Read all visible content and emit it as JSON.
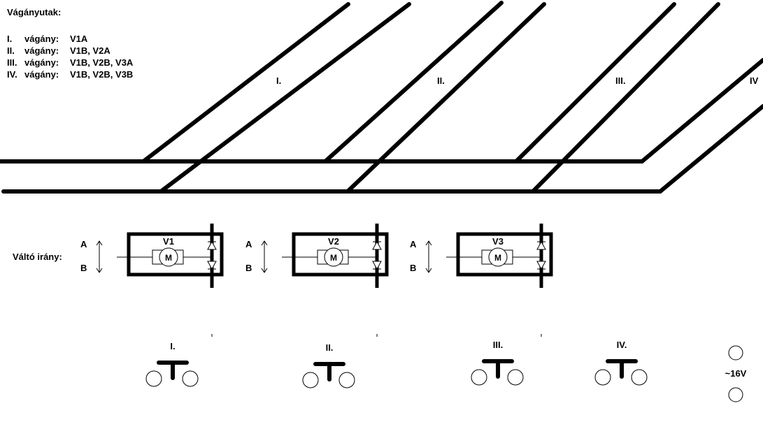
{
  "legend": {
    "title": "Vágányutak:",
    "rows": [
      {
        "num": "I.",
        "word": "vágány:",
        "switches": "V1A"
      },
      {
        "num": "II.",
        "word": "vágány:",
        "switches": "V1B, V2A"
      },
      {
        "num": "III.",
        "word": "vágány:",
        "switches": "V1B, V2B, V3A"
      },
      {
        "num": "IV.",
        "word": "vágány:",
        "switches": "V1B, V2B, V3B"
      }
    ]
  },
  "tracks": [
    "I.",
    "II.",
    "III.",
    "IV"
  ],
  "direction_label": "Váltó irány:",
  "switches": [
    {
      "name": "V1",
      "a": "A",
      "b": "B",
      "motor": "M"
    },
    {
      "name": "V2",
      "a": "A",
      "b": "B",
      "motor": "M"
    },
    {
      "name": "V3",
      "a": "A",
      "b": "B",
      "motor": "M"
    }
  ],
  "buttons": [
    "I.",
    "II.",
    "III.",
    "IV."
  ],
  "power": "~16V"
}
